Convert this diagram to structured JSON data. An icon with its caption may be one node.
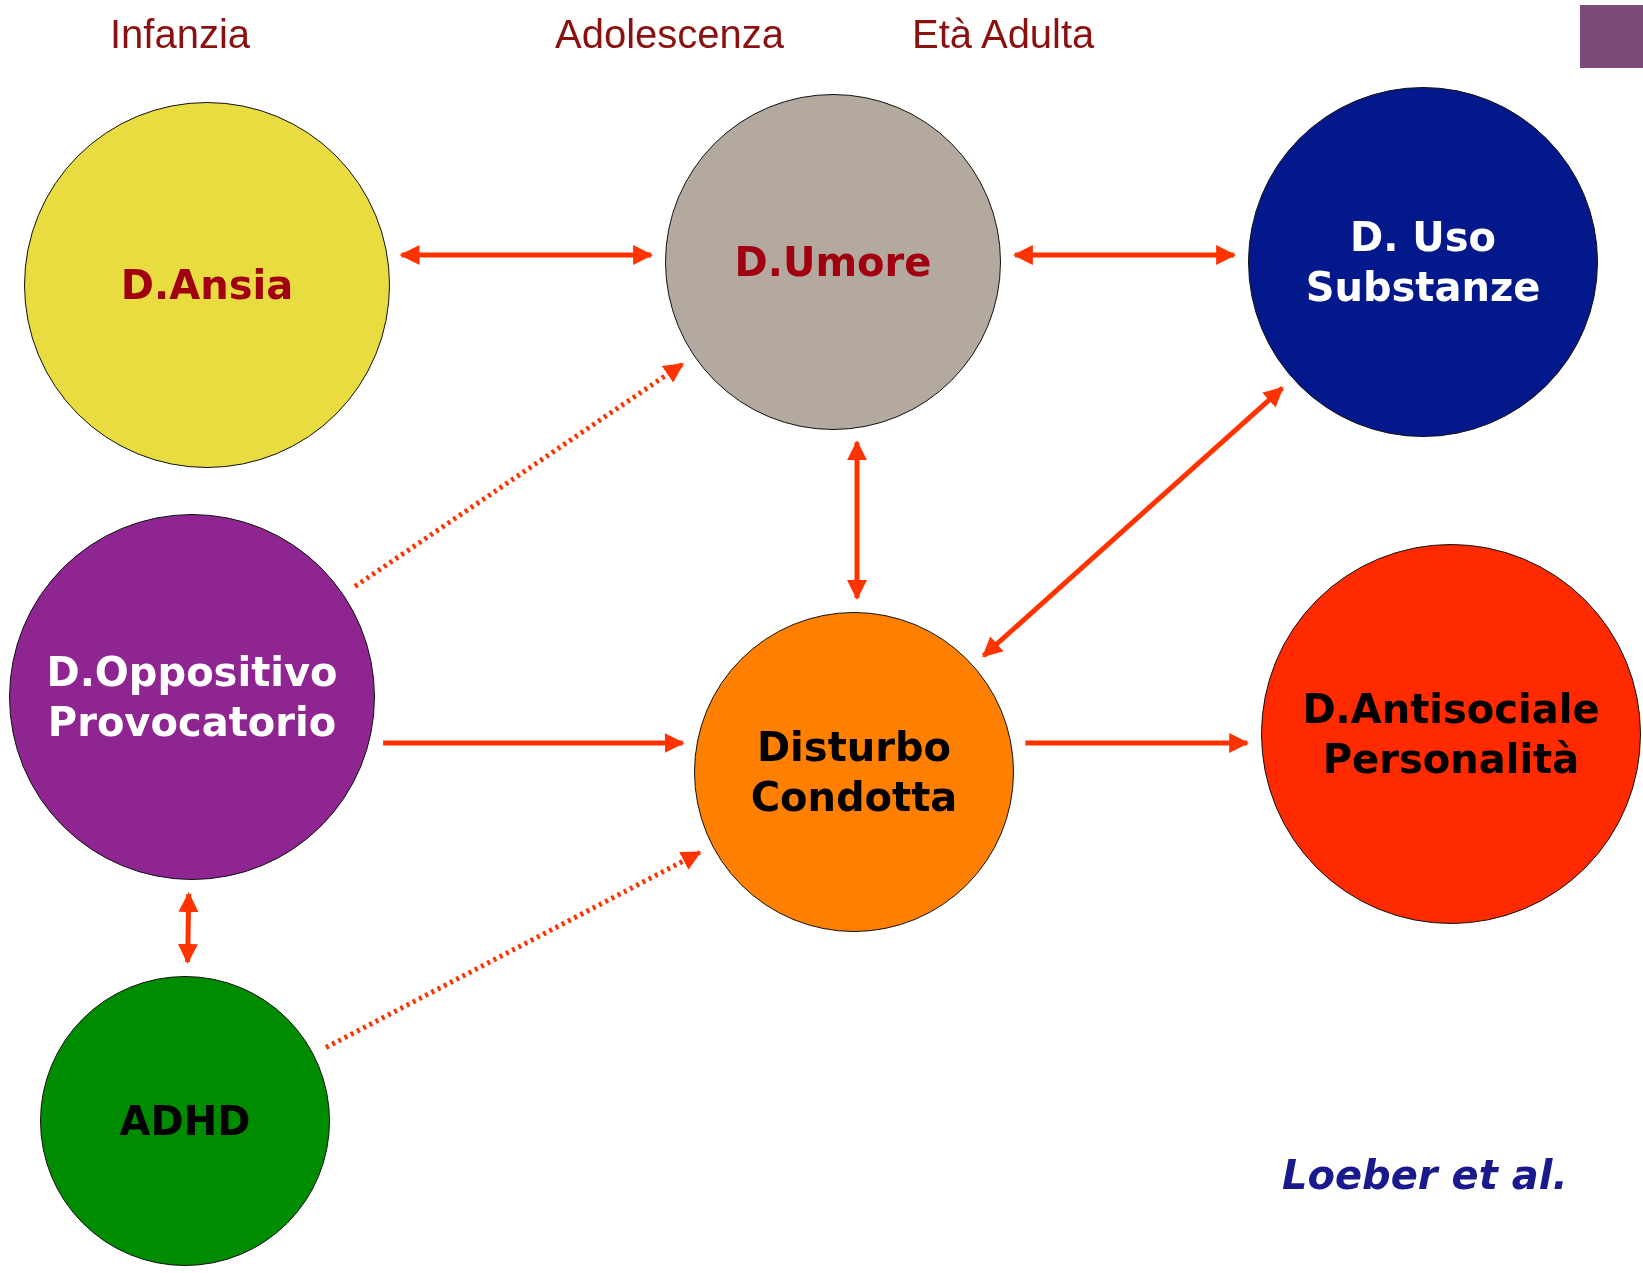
{
  "diagram": {
    "nodes": [
      {
        "text": [
          "D.Ansia"
        ]
      },
      {
        "text": [
          "D.Umore"
        ]
      },
      {
        "text": [
          "D. Uso Substanze"
        ]
      },
      {
        "text": [
          "D.Oppositivo Provocatorio"
        ]
      },
      {
        "text": [
          "Disturbo Condotta"
        ]
      },
      {
        "text": [
          "D.Antisociale Personalità"
        ]
      },
      {
        "text": [
          "ADHD"
        ]
      }
    ],
    "edges": [
      {
        "from": 0,
        "to": 1,
        "arrow": "both"
      },
      {
        "from": 1,
        "to": 2,
        "arrow": "both"
      },
      {
        "from": 3,
        "to": 1,
        "arrow": "to",
        "style": "dashed"
      },
      {
        "from": 1,
        "to": 4,
        "arrow": "both"
      },
      {
        "from": 2,
        "to": 4,
        "arrow": "both"
      },
      {
        "from": 3,
        "to": 4,
        "arrow": "to"
      },
      {
        "from": 4,
        "to": 5,
        "arrow": "to"
      },
      {
        "from": 3,
        "to": 6,
        "arrow": "both"
      },
      {
        "from": 6,
        "to": 4,
        "arrow": "to",
        "style": "dashed"
      }
    ],
    "labels": [
      "Infanzia",
      "Adolescenza",
      "Età Adulta",
      "Loeber et al."
    ]
  }
}
